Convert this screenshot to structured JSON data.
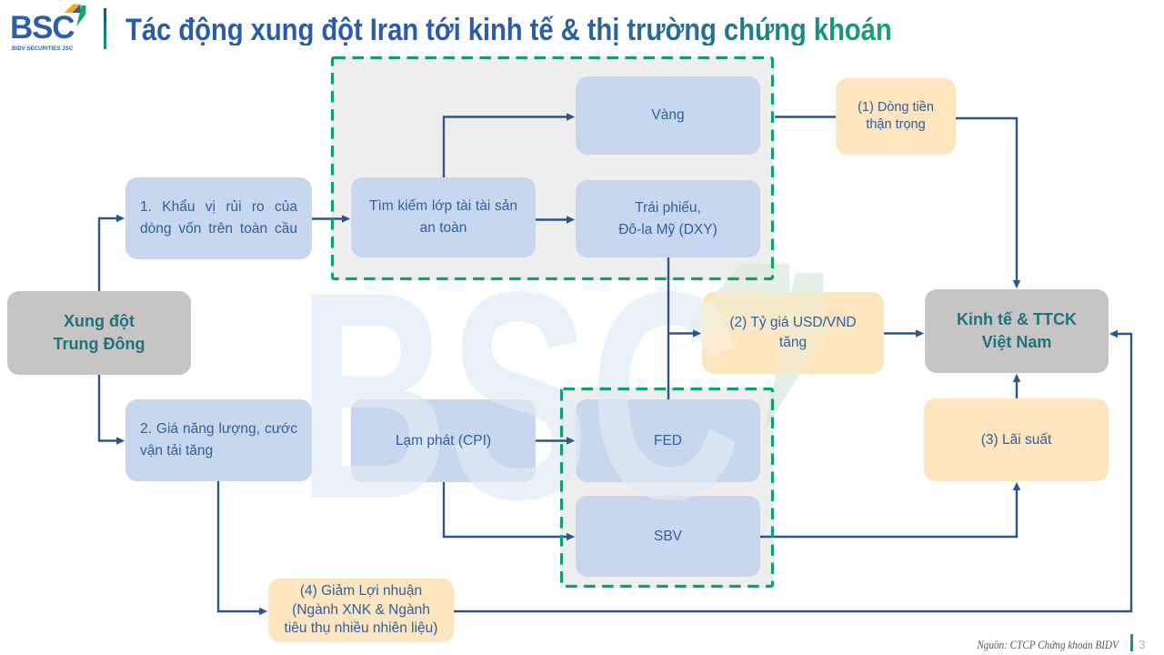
{
  "logo": {
    "text": "BSC",
    "subtext": "BIDV SECURITIES JSC"
  },
  "header": {
    "title": "Tác động xung đột Iran tới kinh tế & thị trường chứng khoán"
  },
  "watermark": {
    "text": "BSC"
  },
  "boxes": {
    "xung_dot": {
      "lines": [
        "Xung đột",
        "Trung Đông"
      ]
    },
    "khau_vi": {
      "lines": [
        "1. Khẩu vị rủi ro của",
        "dòng vốn trên toàn cầu"
      ]
    },
    "tim_kiem": {
      "lines": [
        "Tìm kiếm lớp tài tài sản",
        "an toàn"
      ]
    },
    "vang": {
      "lines": [
        "Vàng"
      ]
    },
    "trai_phieu": {
      "lines": [
        "Trái phiếu,",
        "Đô-la Mỹ (DXY)"
      ]
    },
    "gia_nang": {
      "lines": [
        "2. Giá năng lượng, cước",
        "vận tải tăng"
      ]
    },
    "lam_phat": {
      "lines": [
        "Lạm phát (CPI)"
      ]
    },
    "fed": {
      "lines": [
        "FED"
      ]
    },
    "sbv": {
      "lines": [
        "SBV"
      ]
    },
    "dong_tien": {
      "lines": [
        "(1) Dòng tiền",
        "thận trọng"
      ]
    },
    "ty_gia": {
      "lines": [
        "(2) Tỷ giá USD/VND",
        "tăng"
      ]
    },
    "kinh_te": {
      "lines": [
        "Kinh tế & TTCK",
        "Việt Nam"
      ]
    },
    "lai_suat": {
      "lines": [
        "(3) Lãi suất"
      ]
    },
    "giam_loi": {
      "lines": [
        "(4) Giảm Lợi nhuận",
        "(Ngành XNK & Ngành",
        "tiêu thụ nhiều nhiên liệu)"
      ]
    }
  },
  "footer": {
    "source": "Nguồn: CTCP Chứng khoán  BIDV",
    "page": "3"
  },
  "colors": {
    "title_gradient_start": "#2b5ca9",
    "title_gradient_end": "#16a078",
    "node_blue_fill": "#c7d7ee",
    "node_cream_fill": "#fce5bf",
    "node_gray_fill": "#c6c5c3",
    "node_text_blue": "#30609e",
    "node_text_teal": "#1d747f",
    "connector_blue": "#2b568c",
    "dashed_border_teal": "#0d9e75",
    "logo_blue": "#2b5fa9",
    "logo_yellow": "#f2a71f",
    "logo_green": "#12a563"
  }
}
